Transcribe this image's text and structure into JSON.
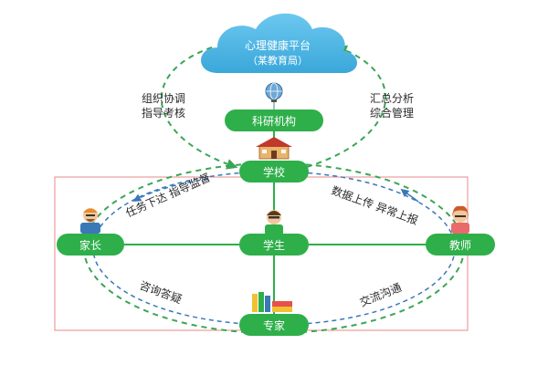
{
  "cloud": {
    "title": "心理健康平台",
    "subtitle": "（某教育局）",
    "color": "#4fb8e6"
  },
  "nodes": {
    "research": "科研机构",
    "school": "学校",
    "parent": "家长",
    "student": "学生",
    "teacher": "教师",
    "expert": "专家"
  },
  "labels": {
    "left_top_1": "组织协调",
    "left_top_2": "指导考核",
    "right_top_1": "汇总分析",
    "right_top_2": "综合管理",
    "left_mid": "任务下达 指导监督",
    "right_mid": "数据上传 异常上报",
    "left_bottom": "咨询答疑",
    "right_bottom": "交流沟通"
  },
  "icons": {
    "globe": "globe-icon",
    "school_building": "school-building-icon",
    "parent_avatar": "parent-avatar-icon",
    "student_avatar": "student-avatar-icon",
    "teacher_avatar": "teacher-avatar-icon",
    "expert_books": "books-icon"
  },
  "colors": {
    "node_green": "#2eaf4a",
    "node_green_dark": "#1f9a3b",
    "dashed_green": "#3aa655",
    "dashed_blue": "#3a78b8",
    "frame_red": "#e8888a",
    "text_dark": "#2a2a2a"
  }
}
